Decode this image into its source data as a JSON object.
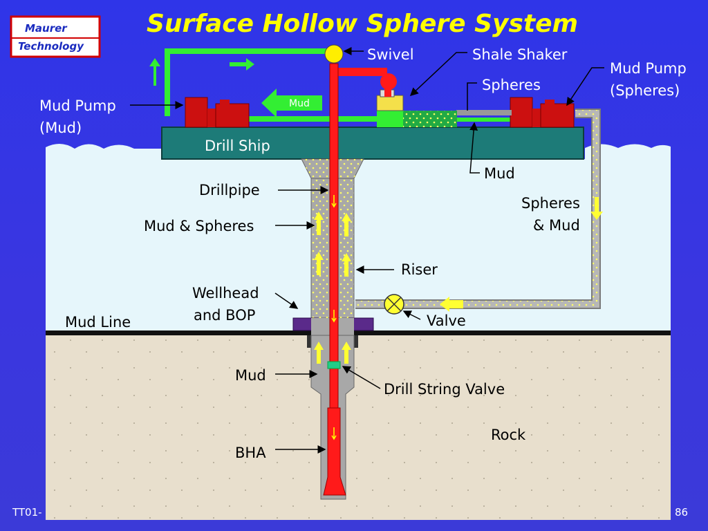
{
  "title": "Surface Hollow Sphere System",
  "logo": {
    "line1": "Maurer",
    "line2": "Technology"
  },
  "footer": {
    "left": "TT01-",
    "right": "86"
  },
  "labels": {
    "swivel": "Swivel",
    "shale_shaker": "Shale Shaker",
    "mud_pump_spheres_1": "Mud Pump",
    "mud_pump_spheres_2": "(Spheres)",
    "spheres": "Spheres",
    "mud_pump_mud_1": "Mud Pump",
    "mud_pump_mud_2": "(Mud)",
    "mud_arrow": "Mud",
    "drill_ship": "Drill Ship",
    "mud_return": "Mud",
    "drillpipe": "Drillpipe",
    "spheres_mud_1": "Spheres",
    "spheres_mud_2": "& Mud",
    "mud_spheres": "Mud & Spheres",
    "riser": "Riser",
    "wellhead_1": "Wellhead",
    "wellhead_2": "and BOP",
    "valve": "Valve",
    "mud_line": "Mud Line",
    "mud_annulus": "Mud",
    "drill_string_valve": "Drill String Valve",
    "rock": "Rock",
    "bha": "BHA"
  },
  "colors": {
    "background": "#3034e6",
    "title": "#ffff00",
    "water": "#e6f6fb",
    "rock": "#e8dfcd",
    "pipe_red": "#ff1a1a",
    "mud_line_green": "#33ee33",
    "riser_gray": "#a8a8a8",
    "ship_teal": "#1d7b78",
    "pump_red": "#cc1010",
    "bop_purple": "#5a2a8a",
    "arrow_yellow": "#ffff33"
  }
}
